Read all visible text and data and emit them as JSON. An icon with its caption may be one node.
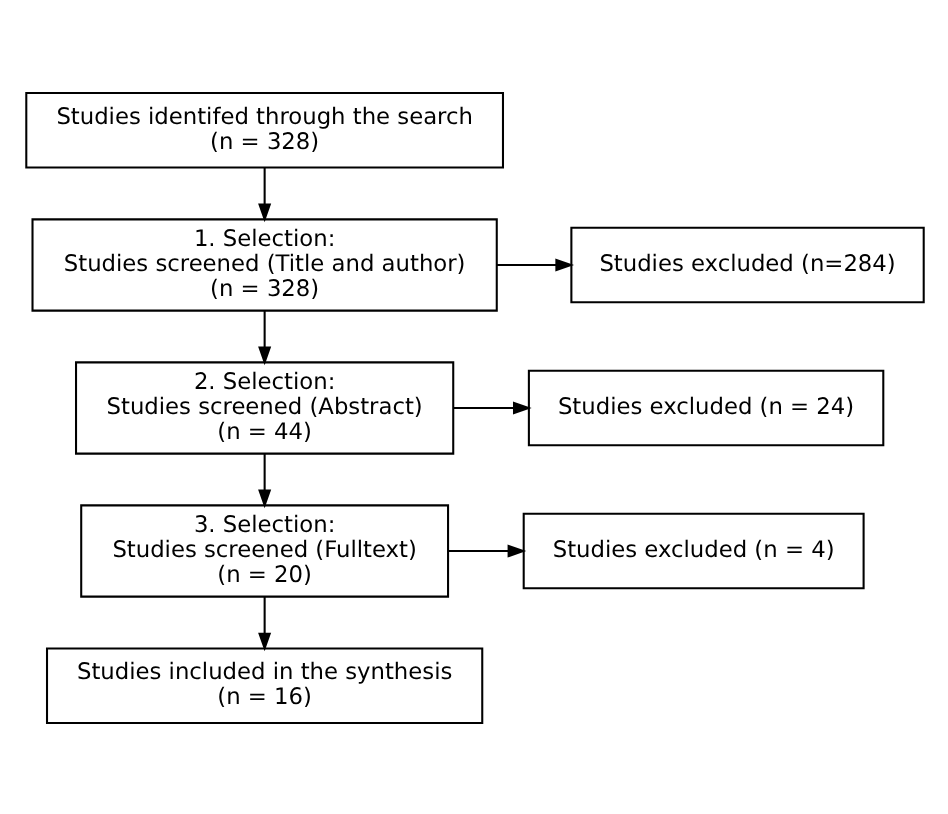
{
  "diagram": {
    "nodes": [
      {
        "text": [
          "Studies identifed through the search",
          "(n = 328)"
        ]
      },
      {
        "text": [
          "1. Selection:",
          "Studies screened (Title and author)",
          "(n = 328)"
        ]
      },
      {
        "text": [
          "Studies excluded (n=284)"
        ]
      },
      {
        "text": [
          "2. Selection:",
          "Studies screened (Abstract)",
          "(n = 44)"
        ]
      },
      {
        "text": [
          "Studies excluded (n = 24)"
        ]
      },
      {
        "text": [
          "3. Selection:",
          "Studies screened (Fulltext)",
          "(n = 20)"
        ]
      },
      {
        "text": [
          "Studies excluded (n = 4)"
        ]
      },
      {
        "text": [
          "Studies included in the synthesis",
          "(n = 16)"
        ]
      }
    ],
    "edges": [
      {
        "from": 0,
        "to": 1,
        "arrow": "to"
      },
      {
        "from": 1,
        "to": 2,
        "arrow": "to"
      },
      {
        "from": 1,
        "to": 3,
        "arrow": "to"
      },
      {
        "from": 3,
        "to": 4,
        "arrow": "to"
      },
      {
        "from": 3,
        "to": 5,
        "arrow": "to"
      },
      {
        "from": 5,
        "to": 6,
        "arrow": "to"
      },
      {
        "from": 5,
        "to": 7,
        "arrow": "to"
      }
    ]
  }
}
